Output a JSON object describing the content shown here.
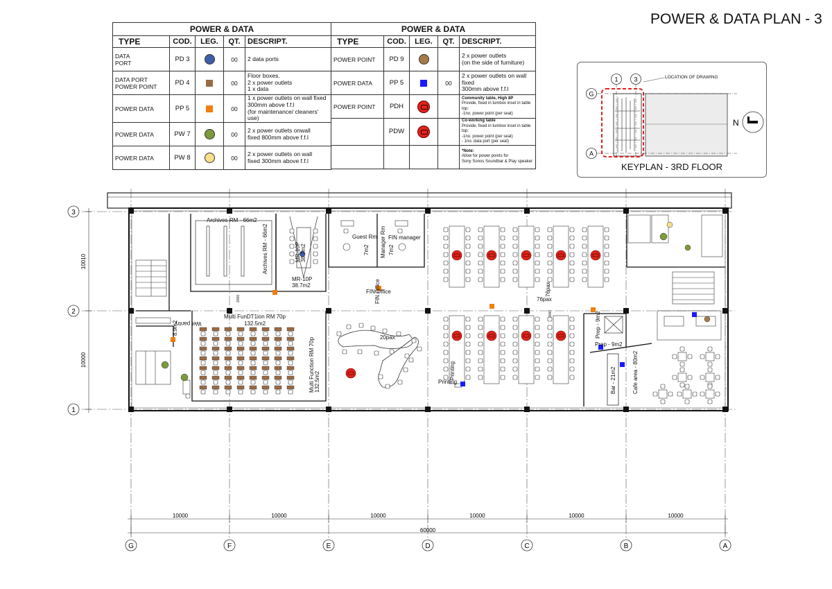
{
  "title": "POWER & DATA PLAN - 3",
  "legend": {
    "group_label": "POWER & DATA",
    "headers": {
      "type": "TYPE",
      "cod": "COD.",
      "leg": "LEG.",
      "qt": "QT.",
      "desc": "DESCRIPT."
    },
    "left_rows": [
      {
        "type": "DATA\nPORT",
        "cod": "PD 3",
        "qt": "00",
        "desc": "2 data ports",
        "symbol": "circle",
        "color": "#3f5ea8"
      },
      {
        "type": "DATA PORT\nPOWER POINT",
        "cod": "PD 4",
        "qt": "00",
        "desc": "Floor boxes.\n2 x power outlets\n1 x data",
        "symbol": "square",
        "color": "#9a6a43"
      },
      {
        "type": "POWER DATA",
        "cod": "PP 5",
        "qt": "00",
        "desc": "1 x power outlets on wall fixed\n300mm above f.f.l\n(for maintenance/ cleaners' use)",
        "symbol": "square",
        "color": "#f07f10"
      },
      {
        "type": "POWER DATA",
        "cod": "PW 7",
        "qt": "00",
        "desc": "2 x power outlets onwall\nfixed 800mm above f.f.l",
        "symbol": "circle",
        "color": "#7c9a3c"
      },
      {
        "type": "POWER DATA",
        "cod": "PW 8",
        "qt": "00",
        "desc": "2 x power outlets on wall\nfixed 300mm above f.f.l",
        "symbol": "circle",
        "color": "#f7e08a"
      }
    ],
    "right_rows": [
      {
        "type": "POWER POINT",
        "cod": "PD 9",
        "qt": "",
        "desc": "2 x power outlets\n(on the side of furniture)",
        "symbol": "circle",
        "color": "#a87a4a"
      },
      {
        "type": "POWER DATA",
        "cod": "PP 5",
        "qt": "00",
        "desc": "2 x power outlets on wall fixed\n300mm above f.f.l",
        "symbol": "square",
        "color": "#1a1aff"
      },
      {
        "type": "POWER POINT",
        "cod": "PDH",
        "qt": "",
        "desc_title": "Community table, High 8P",
        "desc": "Provide, fixed in tumbox inset in table top:\n-1no. power point (per seat)",
        "symbol": "table",
        "color": "#e2231a"
      },
      {
        "type": "",
        "cod": "PDW",
        "qt": "",
        "desc_title": "Co-working table",
        "desc": "Provide, fixed in tumbox inset in table top:\n-1no. power point (per seat)\n- 1no. data port (per seat)",
        "symbol": "table",
        "color": "#e2231a"
      },
      {
        "type": "",
        "cod": "",
        "qt": "",
        "desc_title": "*Note:",
        "desc": "Allow for power points for\nSony Sonos Soundbar & Play speaker",
        "symbol": "none",
        "color": ""
      }
    ]
  },
  "keyplan": {
    "title": "KEYPLAN - 3RD FLOOR",
    "location_label": "LOCATION OF DRAWING",
    "grid_labels": [
      "1",
      "3",
      "G",
      "A"
    ],
    "north_label": "N"
  },
  "plan": {
    "row_grid": [
      "3",
      "2",
      "1"
    ],
    "col_grid": [
      "G",
      "F",
      "E",
      "D",
      "C",
      "B",
      "A"
    ],
    "row_dims": [
      "10010",
      "10000"
    ],
    "col_dims": [
      "10000",
      "10000",
      "10000",
      "10000",
      "10000",
      "10000"
    ],
    "total_dim": "60000",
    "rooms": {
      "archives": "Archives RM - 66m2",
      "archives_vertical": "Archives RM - 66m2",
      "mr_label": "MR-10P",
      "mr_area": "38.7m2",
      "mr_vertical": "MR-10P\n38.7m2",
      "guest_rm": "Guest Rm",
      "guest_area": "7m2",
      "manager_rm": "Manager Rm",
      "manager_area": "7m2",
      "fin_manager": "FIN manager",
      "fin_office_h": "FIN Office",
      "fin_office_v": "FIN Office",
      "multi_function": "Multi FunDT1ion RM 70p",
      "multi_area": "132.5m2",
      "multi_vertical": "Multi Function RM 70p\n132.5m2",
      "wet_pantry": "Wet pantry",
      "wet_area": "8.9m2",
      "pax20": "20pax",
      "pax76a": "76pax",
      "pax76b": "76pax",
      "printing": "Printing",
      "printing_area": "Printing",
      "prep": "Prep - 9m2",
      "prep_v": "Prep - 9m2",
      "bar": "Bar - 21m2",
      "cafe": "Cafe area - 80m2",
      "dim_small": "2000"
    }
  }
}
